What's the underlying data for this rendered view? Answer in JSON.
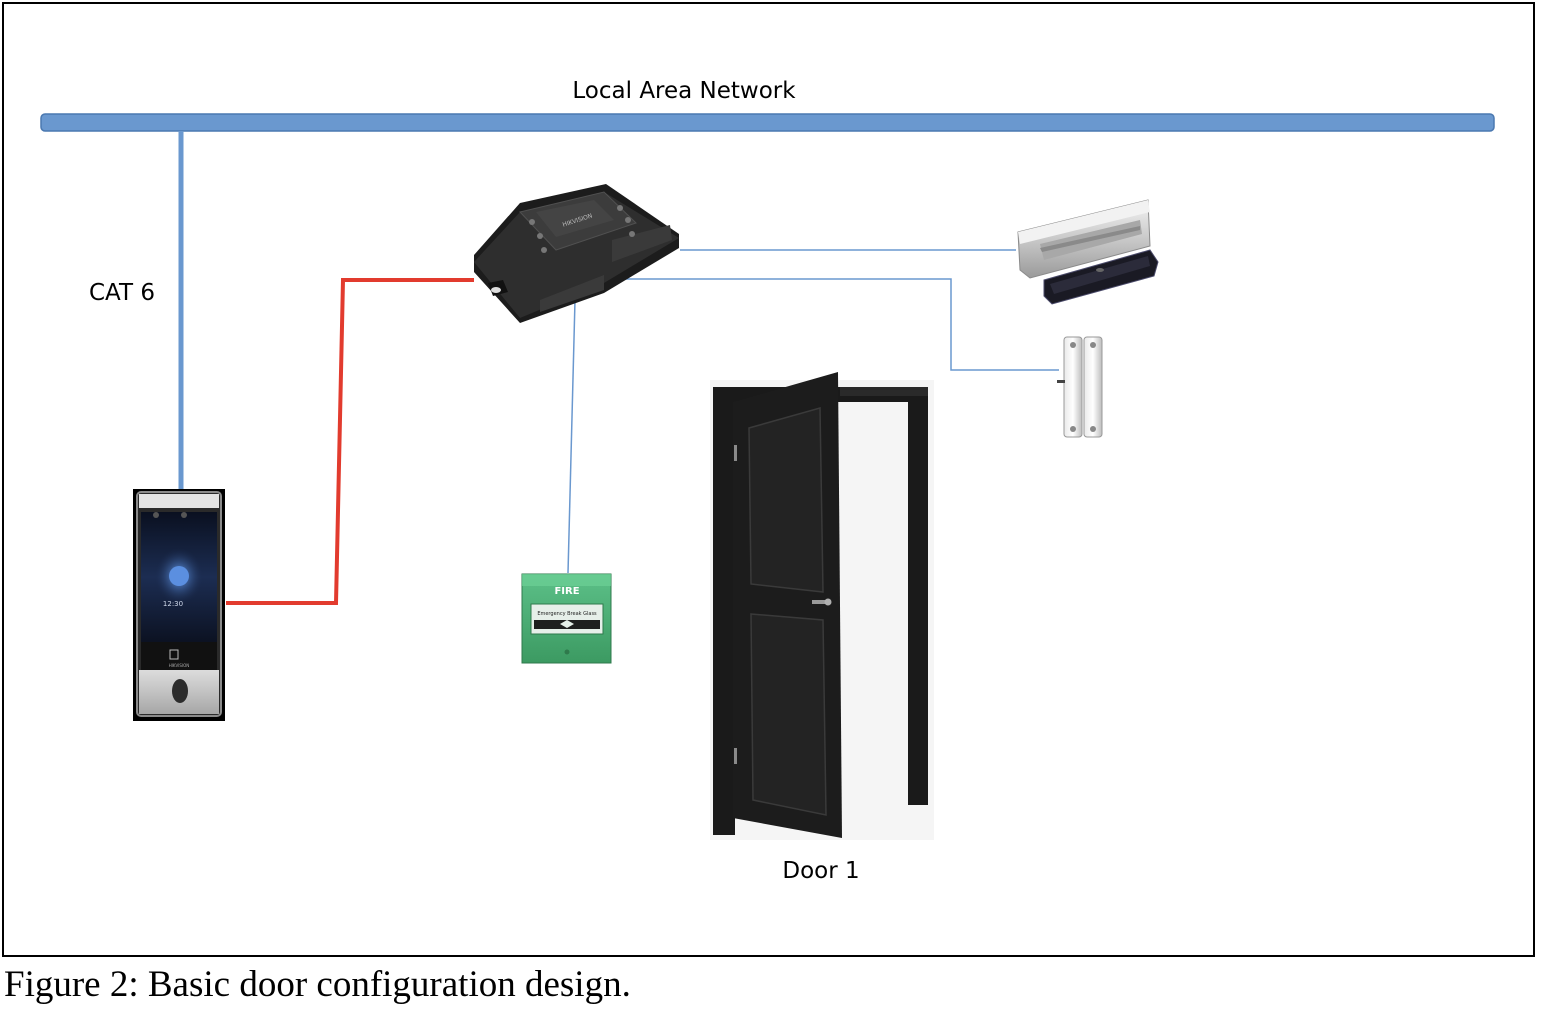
{
  "diagram": {
    "network_label": "Local Area Network",
    "cable_label": "CAT 6",
    "door_label": "Door 1",
    "controller_brand": "HIKVISION",
    "terminal_time": "12:30",
    "terminal_brand": "HIKVISION",
    "callpoint_title": "FIRE",
    "callpoint_text": "Emergency Break Glass",
    "colors": {
      "lan_bus": "#6a98cf",
      "lan_bus_border": "#4a78b0",
      "cat6_line": "#6a98cf",
      "wiegand_line": "#e23b2e",
      "signal_line": "#6a98cf",
      "callpoint_body": "#4fb47a",
      "door": "#1a1a1a"
    },
    "icons": [
      "face-recognition-terminal-icon",
      "door-controller-icon",
      "magnetic-lock-icon",
      "door-contact-sensor-icon",
      "fire-break-glass-icon",
      "door-icon"
    ]
  },
  "caption": "Figure 2: Basic door configuration design."
}
